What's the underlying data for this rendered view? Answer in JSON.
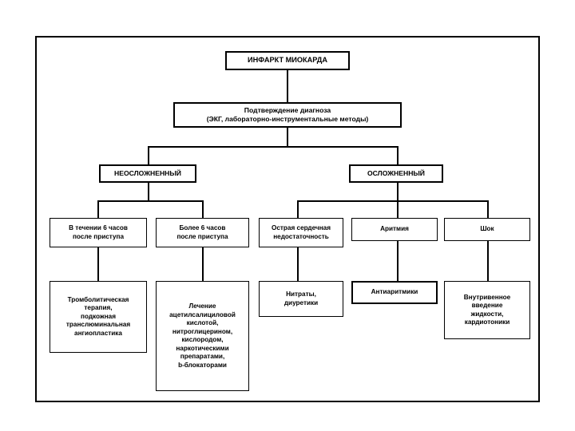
{
  "diagram": {
    "title": "ИНФАРКТ МИОКАРДА",
    "language": "ru",
    "nodes": {
      "root": "ИНФАРКТ МИОКАРДА",
      "confirm": "Подтверждение диагноза\n(ЭКГ, лабораторно-инструментальные методы)",
      "uncomplicated": "НЕОСЛОЖНЕННЫЙ",
      "complicated": "ОСЛОЖНЕННЫЙ",
      "within6h": "В течении 6 часов\nпосле приступа",
      "after6h": "Более 6 часов\nпосле приступа",
      "heart_failure": "Острая сердечная\nнедостаточность",
      "arrhythmia": "Аритмия",
      "shock": "Шок",
      "thrombolysis": "Тромболитическая\nтерапия,\nподкожная\nтранслюминальная\nангиопластика",
      "drug_therapy": "Лечение\nацетилсалициловой\nкислотой,\nнитроглицерином,\nкислородом,\nнаркотическими\nпрепаратами,\nb-блокаторами",
      "nitrates": "Нитраты,\nдиуретики",
      "antiarrhythmics": "Антиаритмики",
      "iv_fluids": "Внутривенное\nвведение\nжидкости,\nкардиотоники"
    },
    "colors": {
      "stroke": "#000000",
      "fill": "#ffffff",
      "text": "#000000"
    }
  }
}
